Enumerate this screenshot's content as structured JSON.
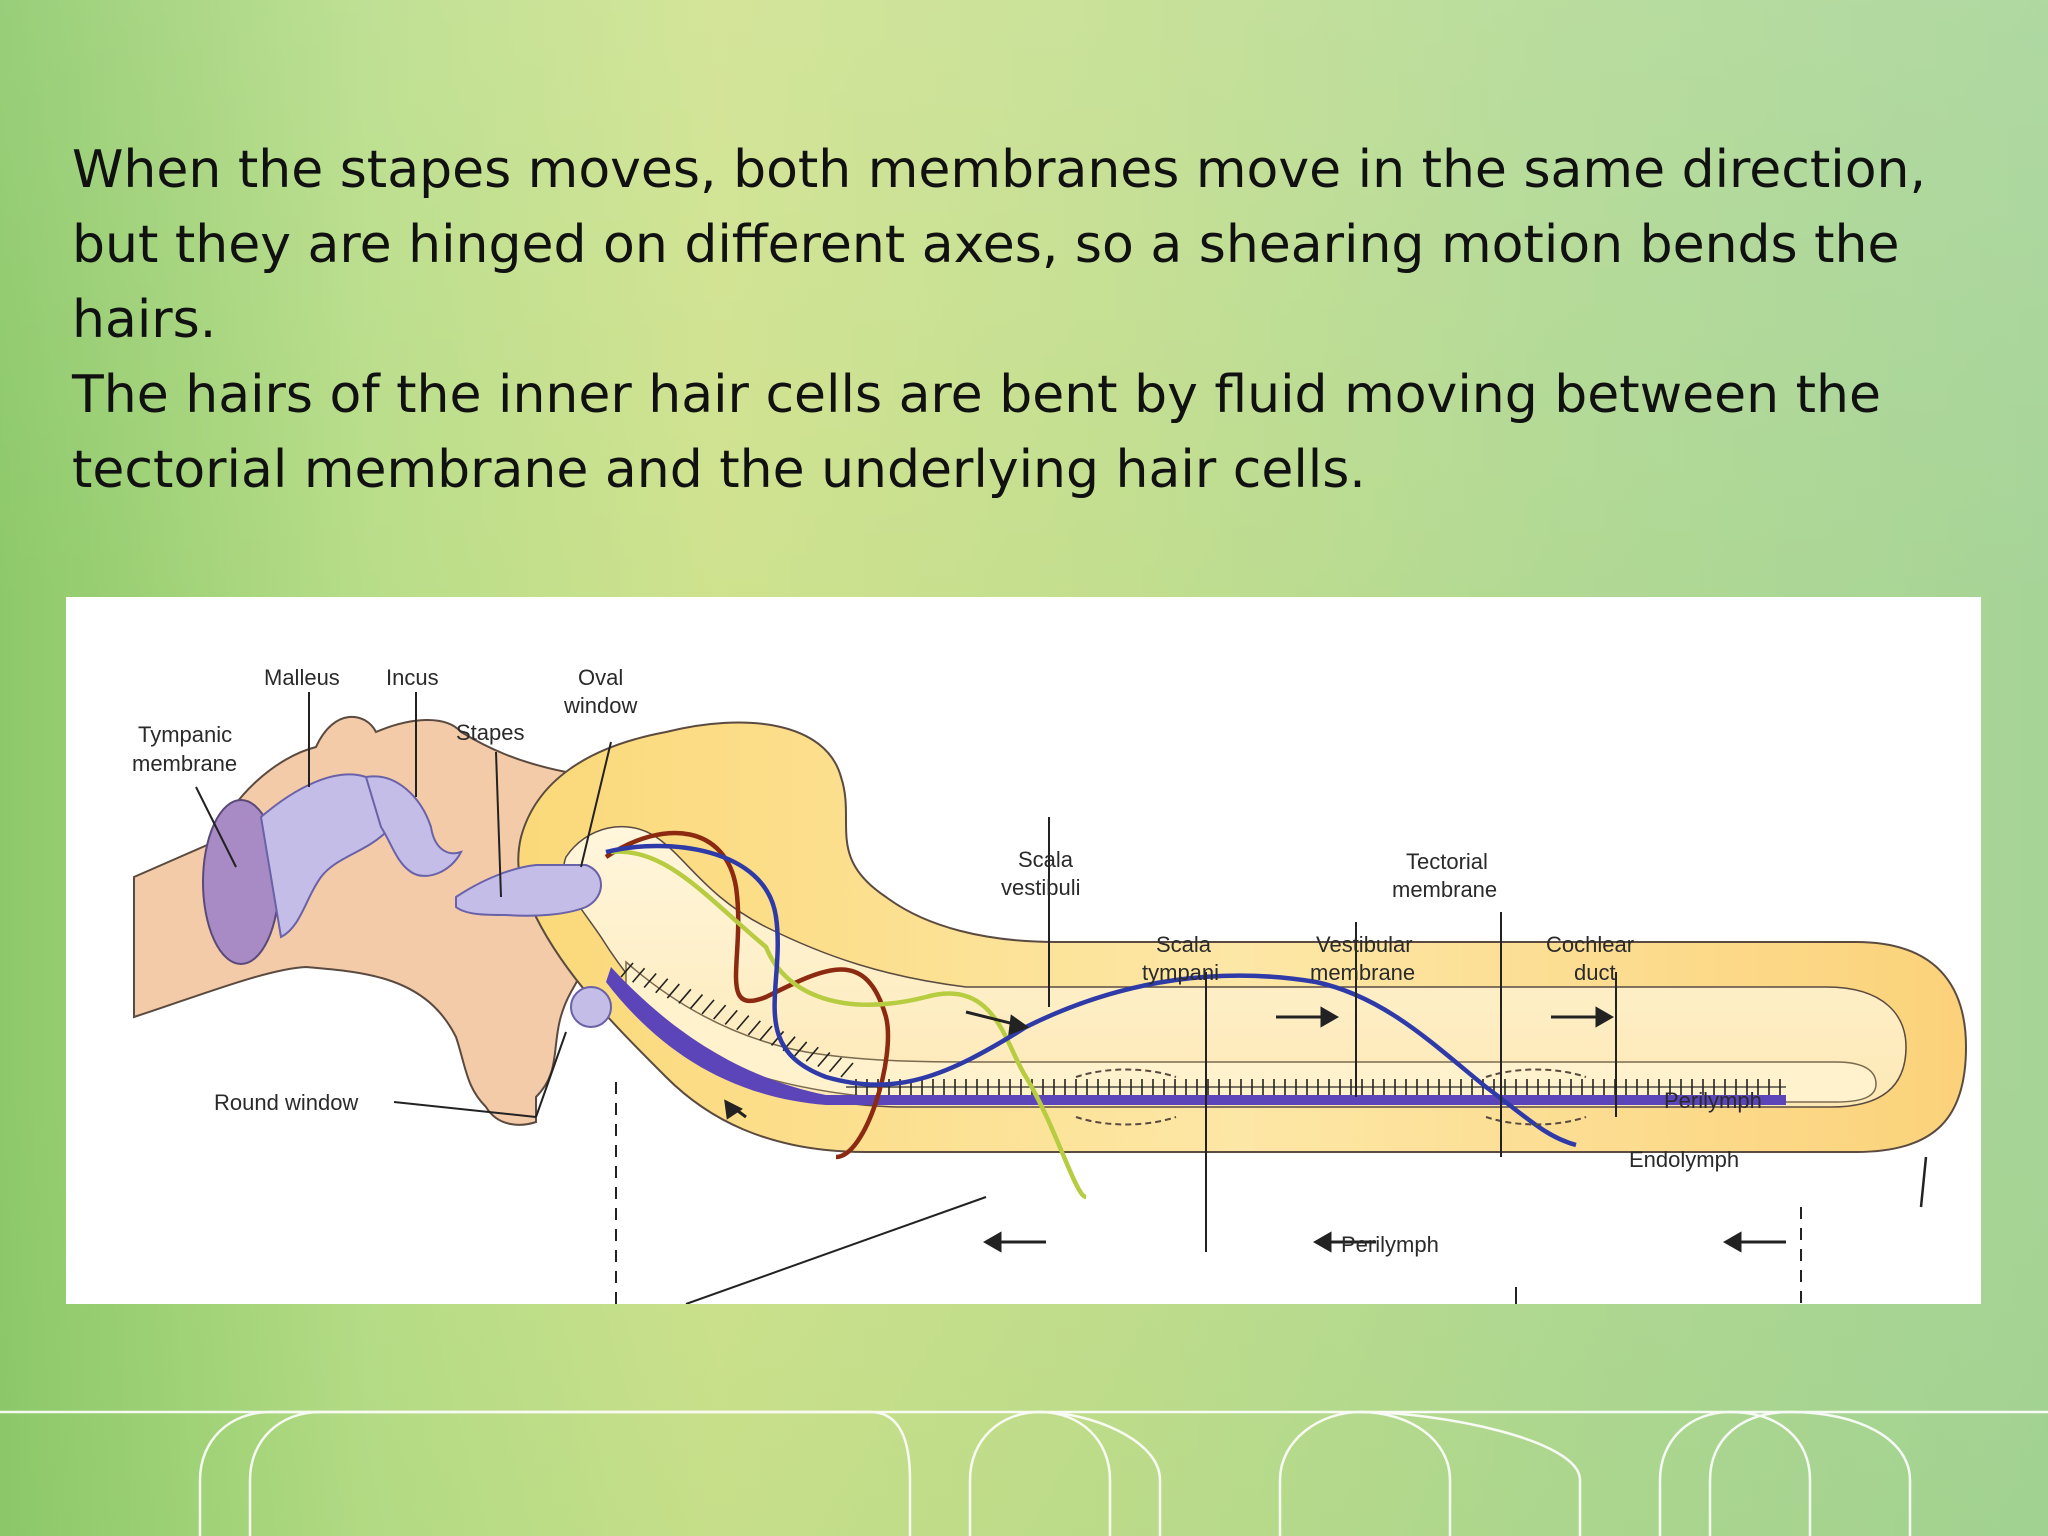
{
  "slide": {
    "paragraph_1": "When the stapes moves, both membranes move in the same direction, but they are hinged on different axes, so a shearing motion bends the hairs.",
    "paragraph_2": "The hairs of the inner hair cells are bent by fluid moving between the tectorial membrane and the underlying hair cells."
  },
  "diagram": {
    "labels": {
      "malleus": "Malleus",
      "incus": "Incus",
      "oval_window_1": "Oval",
      "oval_window_2": "window",
      "tympanic_1": "Tympanic",
      "tympanic_2": "membrane",
      "stapes": "Stapes",
      "scala_vestibuli_1": "Scala",
      "scala_vestibuli_2": "vestibuli",
      "tectorial_1": "Tectorial",
      "tectorial_2": "membrane",
      "scala_tympani_1": "Scala",
      "scala_tympani_2": "tympani",
      "vestibular_1": "Vestibular",
      "vestibular_2": "membrane",
      "cochlear_duct_1": "Cochlear",
      "cochlear_duct_2": "duct",
      "round_window": "Round window",
      "perilymph_upper": "Perilymph",
      "endolymph": "Endolymph",
      "perilymph_lower": "Perilymph"
    }
  }
}
